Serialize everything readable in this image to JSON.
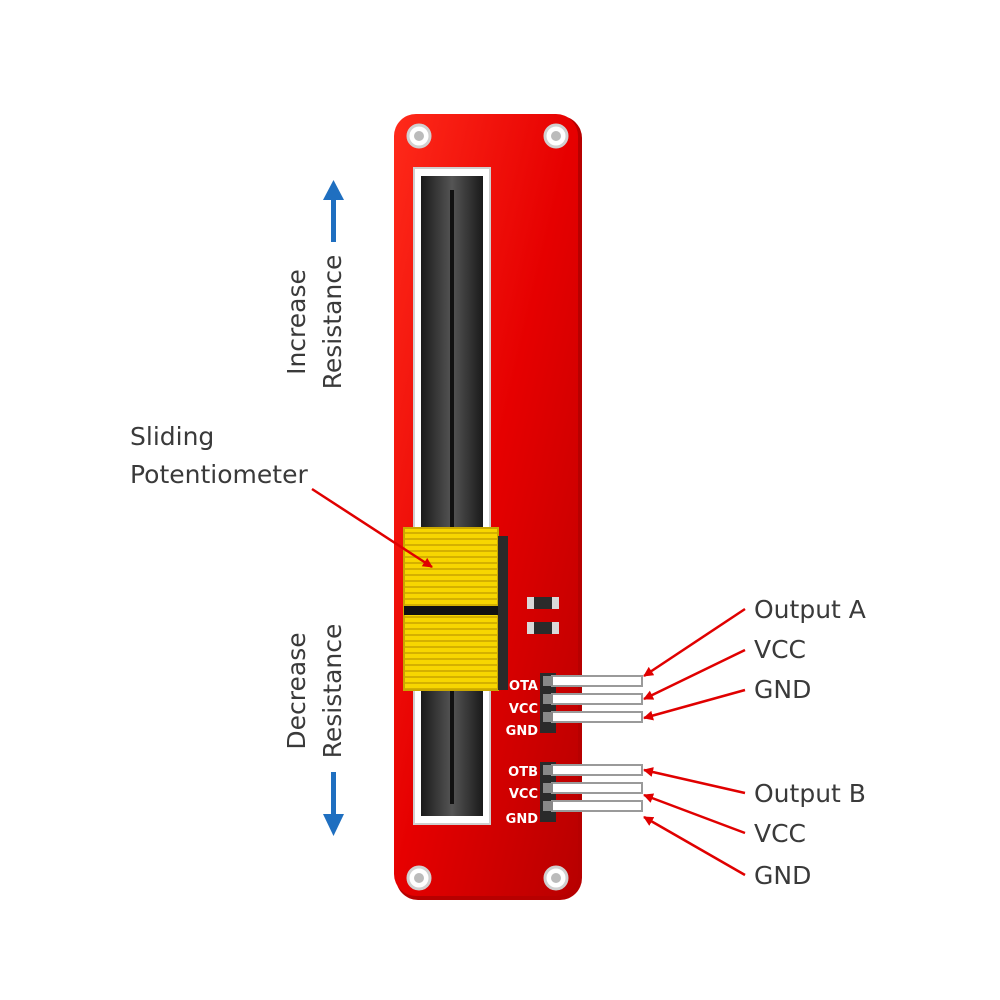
{
  "board": {
    "pin_labels": [
      "OTA",
      "VCC",
      "GND",
      "OTB",
      "VCC",
      "GND"
    ],
    "color_main": "#e60000",
    "color_dark": "#a80000",
    "slider_color": "#f5d400"
  },
  "callouts": {
    "slider": [
      "Sliding",
      "Potentiometer"
    ],
    "output_a": "Output A",
    "vcc_a": "VCC",
    "gnd_a": "GND",
    "output_b": "Output B",
    "vcc_b": "VCC",
    "gnd_b": "GND"
  },
  "direction": {
    "increase": [
      "Increase",
      "Resistance"
    ],
    "decrease": [
      "Decrease",
      "Resistance"
    ],
    "arrow_color": "#1f6fc0"
  },
  "arrow_color": "#e00000"
}
